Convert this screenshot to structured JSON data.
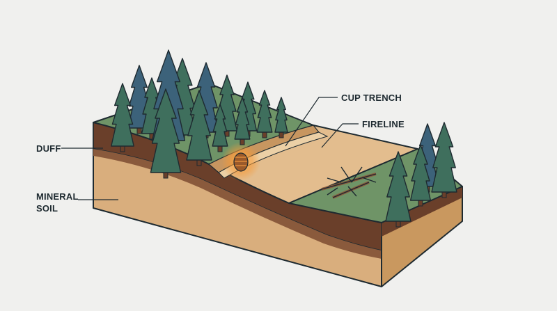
{
  "labels": {
    "cup_trench": "CUP TRENCH",
    "fireline": "FIRELINE",
    "duff": "DUFF",
    "mineral_soil_line1": "MINERAL",
    "mineral_soil_line2": "SOIL"
  },
  "colors": {
    "background": "#f0f0ee",
    "grass": "#6f9467",
    "duff": "#6a3f2a",
    "soil": "#d9ae7d",
    "soil_side": "#c9985f",
    "fireline": "#e3bd8e",
    "tree_dark": "#3f6f5d",
    "tree_blue": "#3c627a",
    "trunk": "#6a3f2a",
    "ember_glow": "#f59a3a",
    "outline": "#1e2a30"
  },
  "icons": [
    "pine-tree-icon",
    "pine-cone-ember-icon",
    "slash-branches-icon"
  ]
}
